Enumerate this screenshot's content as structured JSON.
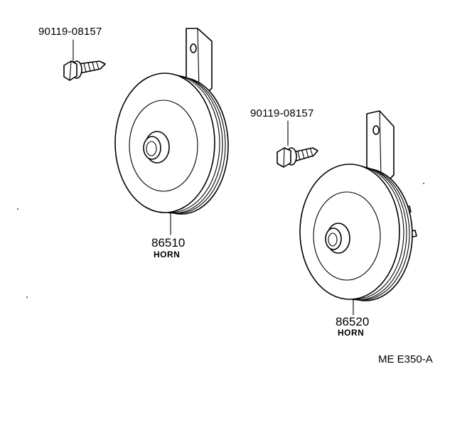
{
  "callouts": {
    "bolt_left": "90119-08157",
    "bolt_right": "90119-08157",
    "horn_left_part": "86510",
    "horn_left_name": "HORN",
    "horn_right_part": "86520",
    "horn_right_name": "HORN"
  },
  "diagram_code": "ME E350-A"
}
